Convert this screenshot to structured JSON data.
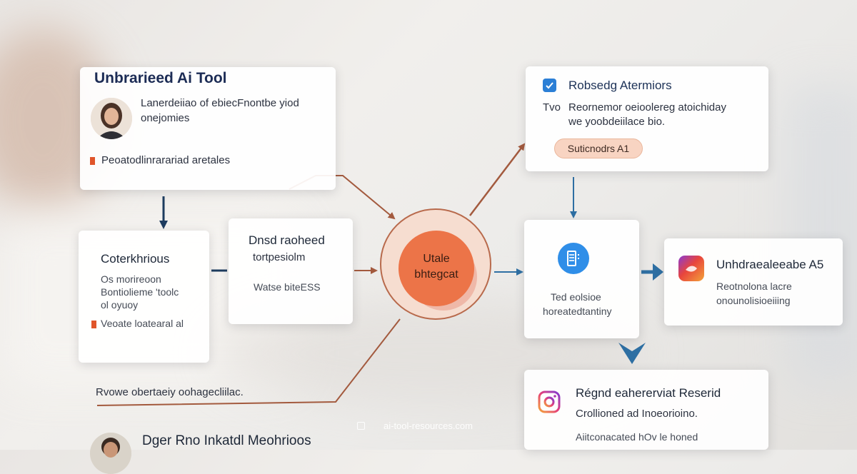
{
  "top_left_card": {
    "title": "Unbrarieed Ai Tool",
    "line1": "Lanerdeiiao of ebiecFnontbe yiod",
    "line2": "onejomies",
    "bullet": "Peoatodlinrarariad aretales"
  },
  "left_card": {
    "title": "Coterkhrious",
    "line1": "Os morireoon",
    "line2": "Bontiolieme 'toolc",
    "line3": "ol     oyuoy",
    "bullet": "Veoate loatearal al"
  },
  "mid_card": {
    "line1": "Dnsd raoheed",
    "line2": "tortpesiolm",
    "line3": "Watse biteESS"
  },
  "hub": {
    "line1": "Utale",
    "line2": "bhtegcat"
  },
  "top_right_card": {
    "title": "Robsedg Atermiors",
    "side": "Tvo",
    "line1": "Reornemor oeioolereg atoichiday",
    "line2": "we yoobdeiilace bio.",
    "pill": "Suticnodrs A1"
  },
  "center_right_card": {
    "line1": "Ted eolsioe",
    "line2": "horeatedtantiny"
  },
  "far_right_card": {
    "title": "Unhdraealeeabe A5",
    "line1": "Reotnolona lacre",
    "line2": "onounolisioeiiing"
  },
  "bottom_right_card": {
    "title": "Régnd eahererviat Reserid",
    "line1": "Crollioned ad Inoeorioino.",
    "line2": "Aiitconacated hOv le honed"
  },
  "bottom_left": {
    "text1": "Rvowe obertaeiy oohagecliilac.",
    "text2": "Dger Rno Inkatdl Meohrioos"
  },
  "watermark": "ai-tool-resources.com",
  "colors": {
    "arrow_copper": "#a35a3e",
    "arrow_navy": "#1d3c5f",
    "arrow_blue": "#2e6fa3",
    "hub_orange": "#ec7448",
    "accent_blue": "#2b7fd6"
  }
}
